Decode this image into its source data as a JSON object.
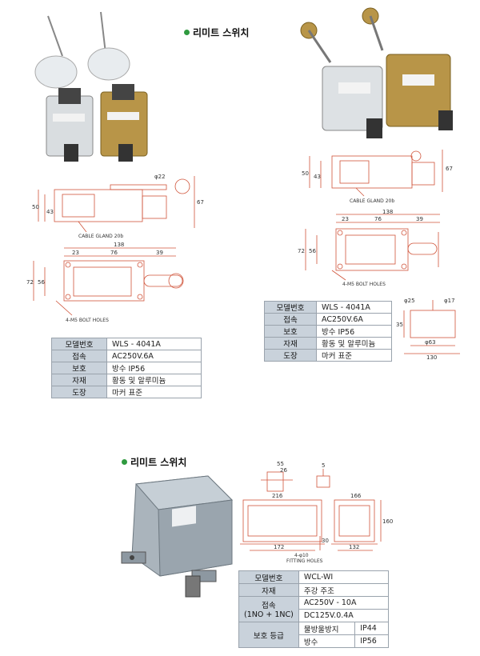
{
  "section1": {
    "title": "리미트 스위치",
    "drawing_labels": {
      "phi22": "φ22",
      "h50": "50",
      "h43": "43",
      "h67": "67",
      "cable": "CABLE GLAND 20b",
      "w138": "138",
      "w23": "23",
      "w76": "76",
      "w39": "39",
      "h72": "72",
      "h56": "56",
      "holes": "4-M5 BOLT HOLES"
    },
    "table": [
      {
        "key": "모델번호",
        "value": "WLS - 4041A"
      },
      {
        "key": "접속",
        "value": "AC250V.6A"
      },
      {
        "key": "보호",
        "value": "방수 IP56"
      },
      {
        "key": "자재",
        "value": "황동 및 알루미늄"
      },
      {
        "key": "도장",
        "value": "마커 표준"
      }
    ]
  },
  "section2": {
    "drawing_labels": {
      "h50": "50",
      "h43": "43",
      "h67": "67",
      "cable": "CABLE GLAND 20b",
      "w138": "138",
      "w23": "23",
      "w76": "76",
      "w39": "39",
      "h72": "72",
      "h56": "56",
      "holes": "4-M5 BOLT HOLES",
      "phi25": "φ25",
      "phi17": "φ17",
      "h35": "35",
      "phi63": "φ63",
      "w130": "130"
    },
    "table": [
      {
        "key": "모델번호",
        "value": "WLS - 4041A"
      },
      {
        "key": "접속",
        "value": "AC250V.6A"
      },
      {
        "key": "보호",
        "value": "방수 IP56"
      },
      {
        "key": "자재",
        "value": "황동 및 알루미늄"
      },
      {
        "key": "도장",
        "value": "마커 표준"
      }
    ]
  },
  "section3": {
    "title": "리미트 스위치",
    "drawing_labels": {
      "w55": "55",
      "w26": "26",
      "w5": "5",
      "w216": "216",
      "w166": "166",
      "h160": "160",
      "h30": "30",
      "w172": "172",
      "w132": "132",
      "holes": "4-φ10",
      "fitting": "FITTING HOLES"
    },
    "table": {
      "model_key": "모델번호",
      "model_value": "WCL-WI",
      "material_key": "자재",
      "material_value": "주강 주조",
      "contact_key": "접속",
      "contact_key2": "(1NO + 1NC)",
      "contact_value1": "AC250V - 10A",
      "contact_value2": "DC125V.0.4A",
      "protect_key": "보호 등급",
      "protect_row1_label": "물방울방지",
      "protect_row1_value": "IP44",
      "protect_row2_label": "방수",
      "protect_row2_value": "IP56"
    }
  }
}
